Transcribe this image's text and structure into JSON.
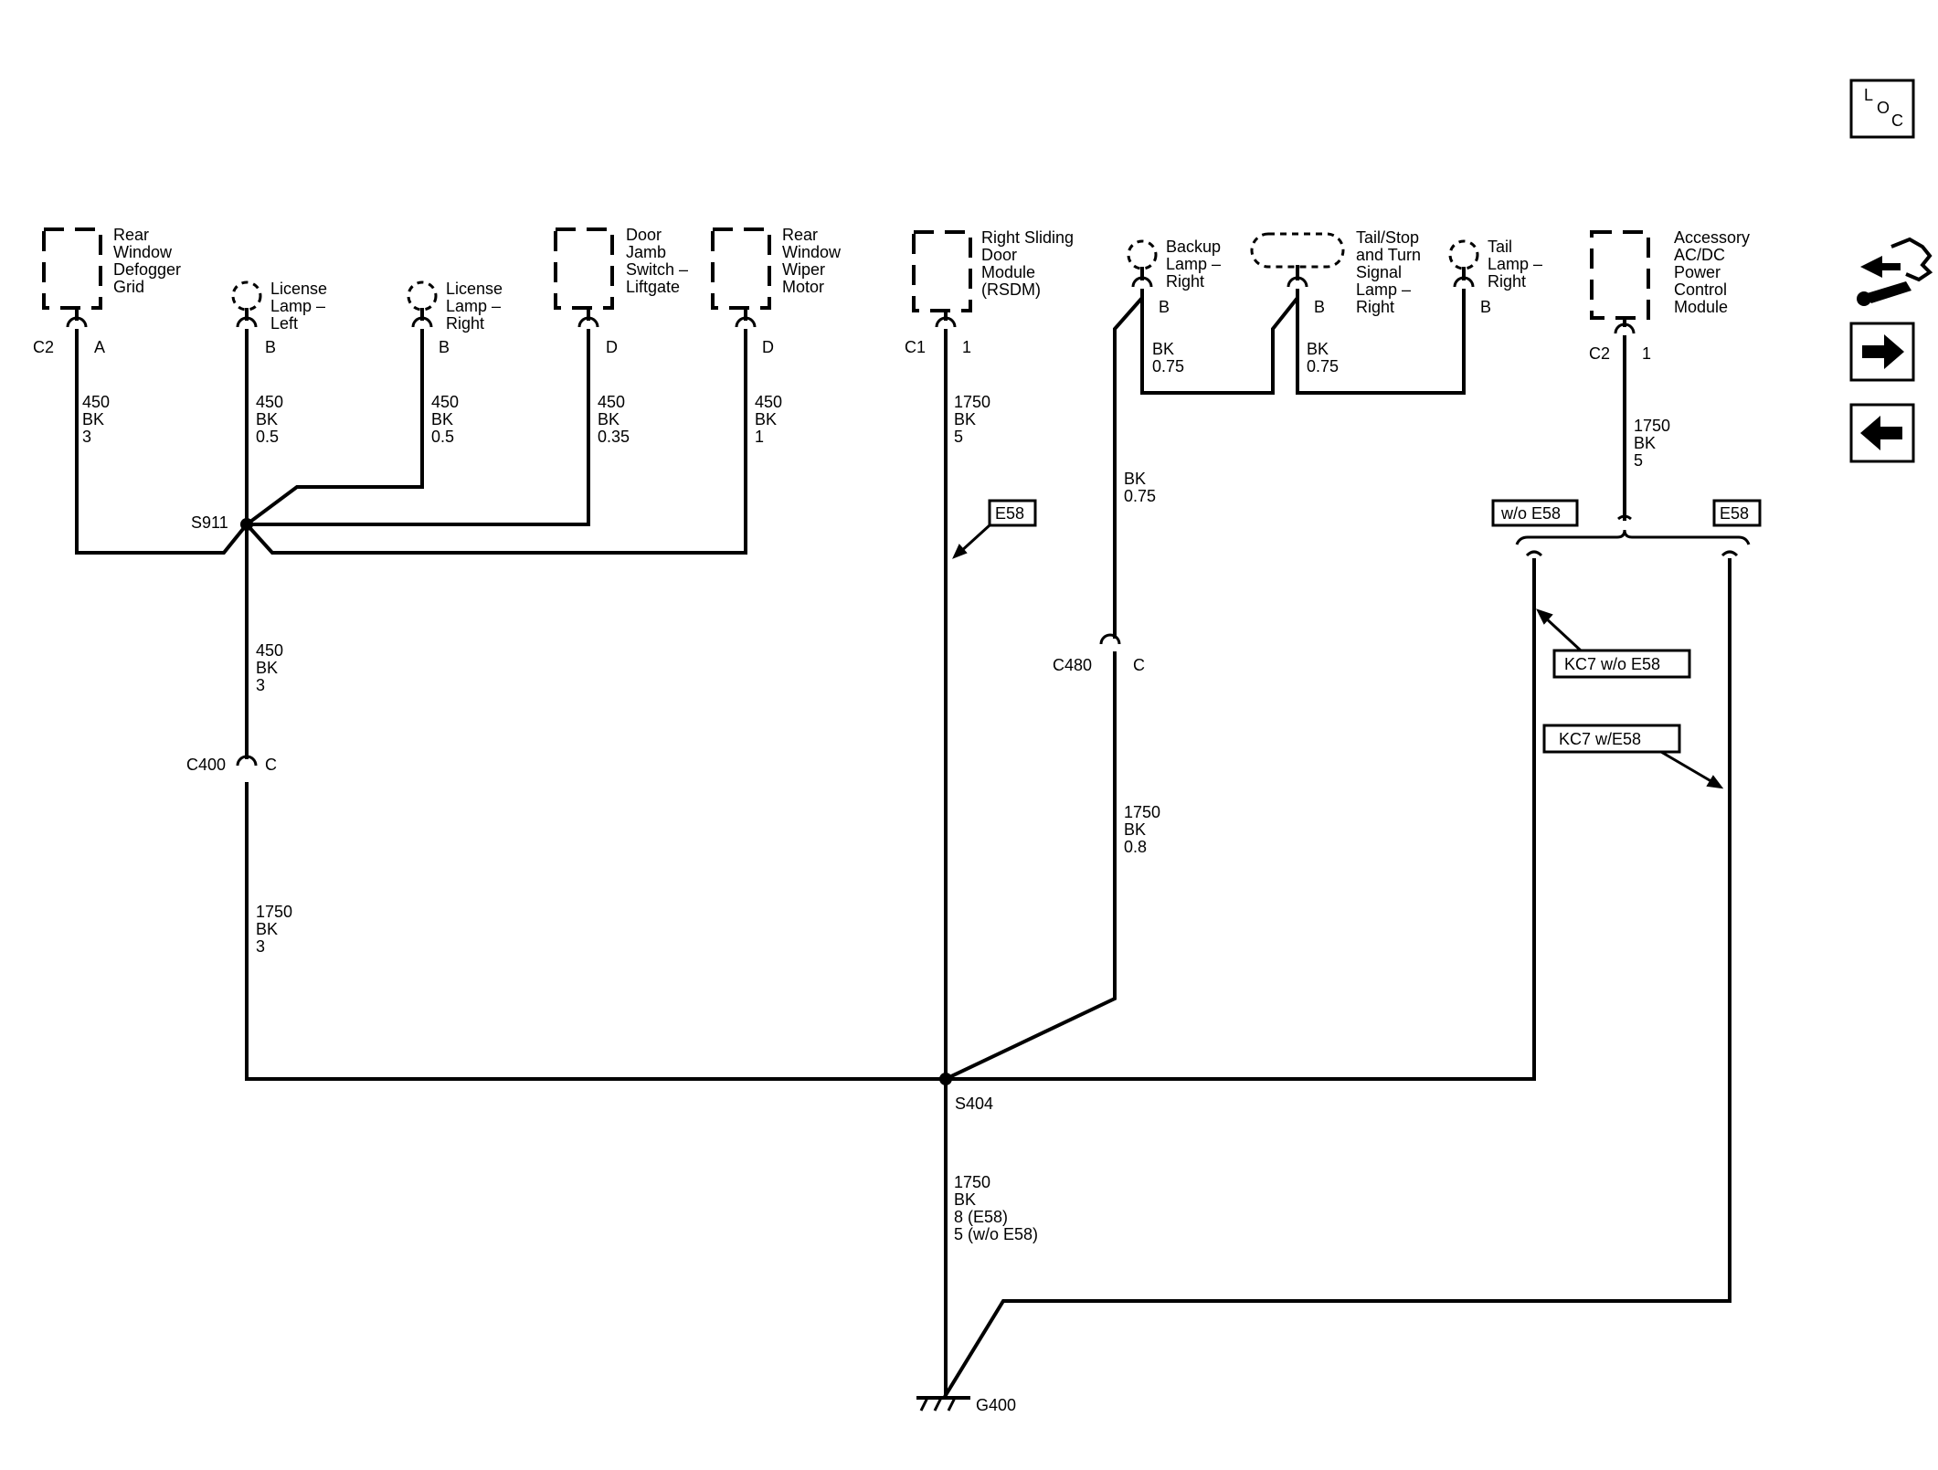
{
  "components": {
    "rear_window_defogger_grid": [
      "Rear",
      "Window",
      "Defogger",
      "Grid"
    ],
    "license_lamp_left": [
      "License",
      "Lamp –",
      "Left"
    ],
    "license_lamp_right": [
      "License",
      "Lamp –",
      "Right"
    ],
    "door_jamb_switch_liftgate": [
      "Door",
      "Jamb",
      "Switch –",
      "Liftgate"
    ],
    "rear_window_wiper_motor": [
      "Rear",
      "Window",
      "Wiper",
      "Motor"
    ],
    "right_sliding_door_module": [
      "Right Sliding",
      "Door",
      "Module",
      "(RSDM)"
    ],
    "backup_lamp_right": [
      "Backup",
      "Lamp –",
      "Right"
    ],
    "tail_stop_turn_lamp_right": [
      "Tail/Stop",
      "and Turn",
      "Signal",
      "Lamp –",
      "Right"
    ],
    "tail_lamp_right": [
      "Tail",
      "Lamp –",
      "Right"
    ],
    "accessory_acdc_power_control_module": [
      "Accessory",
      "AC/DC",
      "Power",
      "Control",
      "Module"
    ]
  },
  "connectors": {
    "defogger_conn": "C2",
    "defogger_pin": "A",
    "license_left_pin": "B",
    "license_right_pin": "B",
    "door_jamb_pin": "D",
    "wiper_pin": "D",
    "rsdm_conn": "C1",
    "rsdm_pin": "1",
    "backup_pin": "B",
    "tailstop_pin": "B",
    "tail_pin": "B",
    "acdc_conn": "C2",
    "acdc_pin": "1",
    "c400": "C400",
    "c400_pin": "C",
    "c480": "C480",
    "c480_pin": "C"
  },
  "wires": {
    "defogger": [
      "450",
      "BK",
      "3"
    ],
    "license_left": [
      "450",
      "BK",
      "0.5"
    ],
    "license_right": [
      "450",
      "BK",
      "0.5"
    ],
    "door_jamb": [
      "450",
      "BK",
      "0.35"
    ],
    "wiper": [
      "450",
      "BK",
      "1"
    ],
    "rsdm": [
      "1750",
      "BK",
      "5"
    ],
    "backup": [
      "BK",
      "0.75"
    ],
    "tailstop": [
      "BK",
      "0.75"
    ],
    "backup_down": [
      "BK",
      "0.75"
    ],
    "acdc": [
      "1750",
      "BK",
      "5"
    ],
    "s911_to_c400": [
      "450",
      "BK",
      "3"
    ],
    "c400_to_s404": [
      "1750",
      "BK",
      "3"
    ],
    "c480_to_s404": [
      "1750",
      "BK",
      "0.8"
    ],
    "s404_to_g400": [
      "1750",
      "BK",
      "8 (E58)",
      "5 (w/o E58)"
    ]
  },
  "splices": {
    "s911": "S911",
    "s404": "S404"
  },
  "ground": "G400",
  "options": {
    "e58_left": "E58",
    "wo_e58": "w/o E58",
    "e58_right": "E58",
    "kc7_wo_e58": "KC7 w/o E58",
    "kc7_w_e58": "KC7 w/E58"
  },
  "nav": {
    "loc_icon": "locator-icon",
    "harness_icon": "harness-views-icon",
    "next_icon": "arrow-right-icon",
    "prev_icon": "arrow-left-icon",
    "loc_letters": [
      "L",
      "O",
      "C"
    ]
  }
}
